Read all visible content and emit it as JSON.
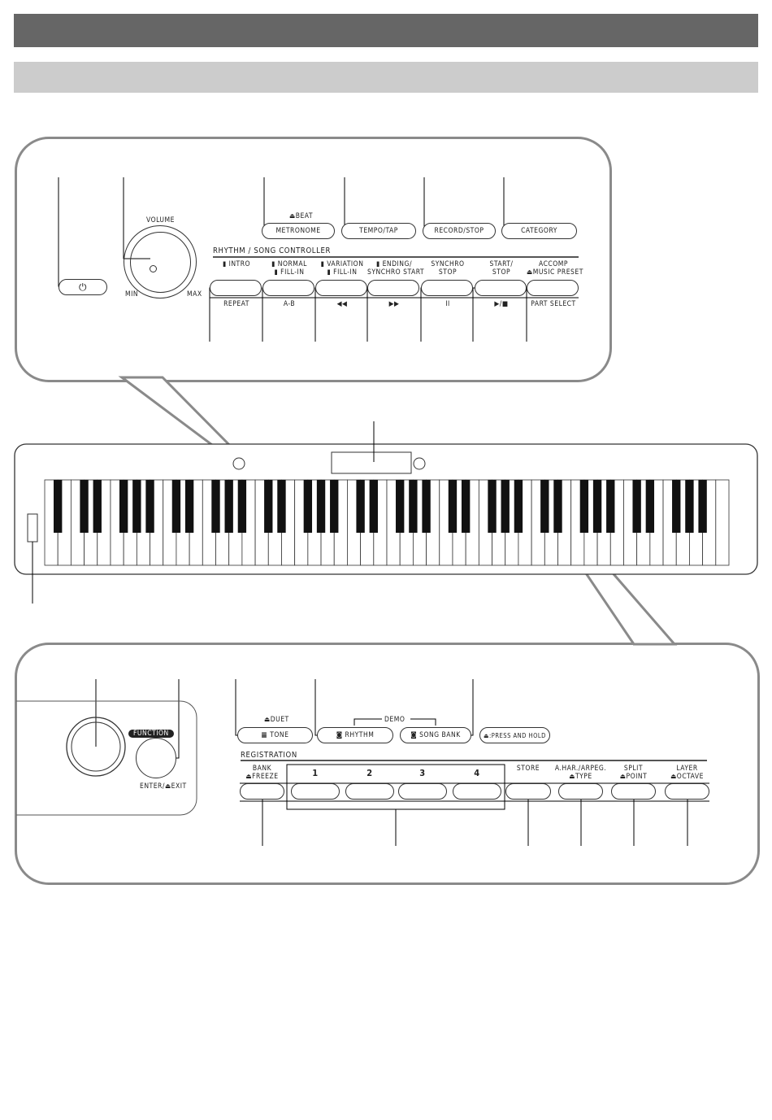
{
  "top_panel": {
    "volume": "VOLUME",
    "min": "MIN",
    "max": "MAX",
    "beat": "⏏BEAT",
    "buttons": [
      "METRONOME",
      "TEMPO/TAP",
      "RECORD/STOP",
      "CATEGORY"
    ],
    "section_title": "RHYTHM / SONG CONTROLLER",
    "rhythm_top": [
      "▮ INTRO",
      "▮ NORMAL\n▮ FILL-IN",
      "▮ VARIATION\n▮ FILL-IN",
      "▮ ENDING/\nSYNCHRO START",
      "SYNCHRO\nSTOP",
      "START/\nSTOP",
      "ACCOMP\n⏏MUSIC PRESET"
    ],
    "rhythm_bottom": [
      "REPEAT",
      "A-B",
      "◀◀",
      "▶▶",
      "II",
      "▶/■",
      "PART SELECT"
    ],
    "power_icon": "power-icon"
  },
  "bottom_panel": {
    "function": "FUNCTION",
    "enter_exit": "ENTER/⏏EXIT",
    "duet": "⏏DUET",
    "demo": "DEMO",
    "mode_buttons": [
      "▦ TONE",
      "◙ RHYTHM",
      "◙ SONG BANK",
      "⏏:PRESS AND HOLD"
    ],
    "section_title": "REGISTRATION",
    "reg_labels": [
      "BANK\n⏏FREEZE",
      "1",
      "2",
      "3",
      "4",
      "STORE",
      "A.HAR./ARPEG.\n⏏TYPE",
      "SPLIT\n⏏POINT",
      "LAYER\n⏏OCTAVE"
    ]
  }
}
